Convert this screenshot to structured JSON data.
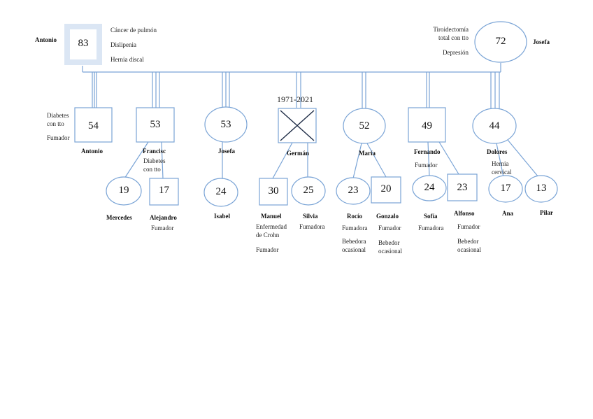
{
  "grandparents": {
    "father": {
      "name": "Antonio",
      "age": "83",
      "notes": [
        "Cáncer de pulmón",
        "Dislipenia",
        "Hernia discal"
      ]
    },
    "mother": {
      "name": "Josefa",
      "age": "72",
      "notes": [
        "Tiroidectomía",
        "total con tto",
        "Depresión"
      ]
    }
  },
  "children": [
    {
      "name": "Antonio",
      "age": "54",
      "notes": [
        "Diabetes",
        "con tto",
        "Fumador"
      ]
    },
    {
      "name": "Francisc",
      "age": "53",
      "notes": [
        "Diabetes",
        "con tto"
      ]
    },
    {
      "name": "Josefa",
      "age": "53",
      "notes": []
    },
    {
      "name": "Germán",
      "age": "",
      "years": "1971-2021",
      "notes": []
    },
    {
      "name": "María",
      "age": "52",
      "notes": []
    },
    {
      "name": "Fernando",
      "age": "49",
      "notes": [
        "Fumador"
      ]
    },
    {
      "name": "Dolores",
      "age": "44",
      "notes": [
        "Hernia",
        "cervical"
      ]
    }
  ],
  "grandchildren": [
    {
      "name": "Mercedes",
      "age": "19",
      "notes": []
    },
    {
      "name": "Alejandro",
      "age": "17",
      "notes": [
        "Fumador"
      ]
    },
    {
      "name": "Isabel",
      "age": "24",
      "notes": []
    },
    {
      "name": "Manuel",
      "age": "30",
      "notes": [
        "Enfermedad",
        "de Crohn",
        "Fumador"
      ]
    },
    {
      "name": "Silvia",
      "age": "25",
      "notes": [
        "Fumadora"
      ]
    },
    {
      "name": "Rocío",
      "age": "23",
      "notes": [
        "Fumadora",
        "Bebedora",
        "ocasional"
      ]
    },
    {
      "name": "Gonzalo",
      "age": "20",
      "notes": [
        "Fumador",
        "Bebedor",
        "ocasional"
      ]
    },
    {
      "name": "Sofía",
      "age": "24",
      "notes": [
        "Fumadora"
      ]
    },
    {
      "name": "Alfonso",
      "age": "23",
      "notes": [
        "Fumador",
        "Bebedor",
        "ocasional"
      ]
    },
    {
      "name": "Ana",
      "age": "17",
      "notes": []
    },
    {
      "name": "Pilar",
      "age": "13",
      "notes": []
    }
  ],
  "colors": {
    "line": "#7aa4d6",
    "index_fill": "#dbe6f4"
  }
}
